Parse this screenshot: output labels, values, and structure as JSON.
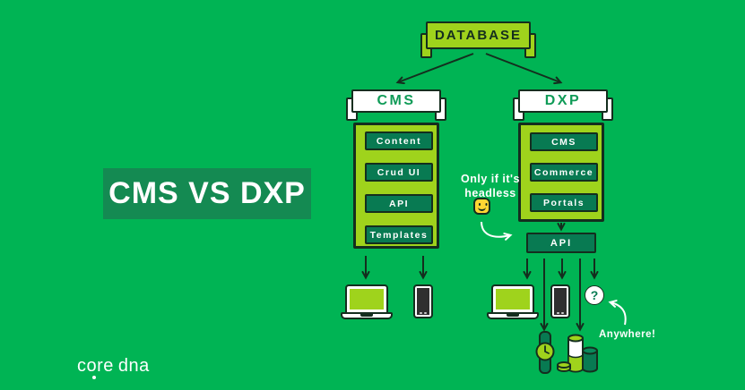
{
  "colors": {
    "background": "#00b454",
    "lime": "#9fd31c",
    "dark_outline": "#142e1e",
    "teal_box": "#087a52",
    "title_bg": "#148a52",
    "header_text_green": "#0f9b57",
    "smiley_yellow": "#ffd633",
    "white": "#ffffff"
  },
  "title": {
    "label": "CMS VS DXP"
  },
  "database": {
    "label": "DATABASE"
  },
  "cms_branch": {
    "header": "CMS",
    "steps": [
      "Content",
      "Crud UI",
      "API",
      "Templates"
    ],
    "devices": [
      "laptop-icon",
      "smartphone-icon"
    ]
  },
  "dxp_branch": {
    "header": "DXP",
    "modules": [
      "CMS",
      "Commerce",
      "Portals"
    ],
    "api_label": "API",
    "devices": [
      "laptop-icon",
      "smartphone-icon",
      "question-mark-icon",
      "smartwatch-icon",
      "coins-icon"
    ],
    "question_mark": "?"
  },
  "annotations": {
    "headless_note": "Only if it's headless",
    "anywhere_note": "Anywhere!"
  },
  "logo": {
    "core": "core",
    "dna": "dna"
  }
}
